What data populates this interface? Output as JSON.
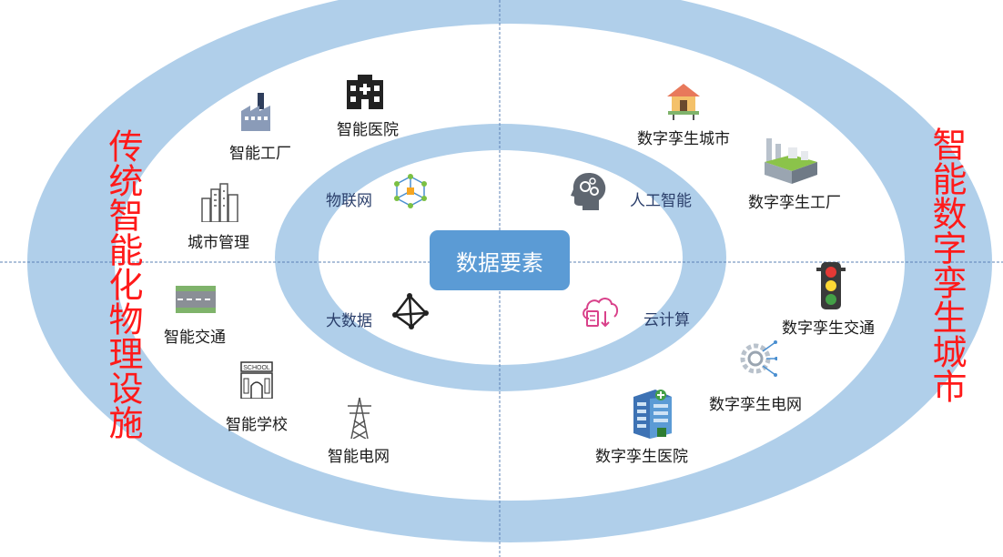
{
  "center": {
    "label": "数据要素"
  },
  "left_title": "传统智能化物理设施",
  "right_title": "智能数字孪生城市",
  "inner": {
    "iot": "物联网",
    "bigdata": "大数据",
    "ai": "人工智能",
    "cloud": "云计算"
  },
  "physical": {
    "hospital": "智能医院",
    "factory": "智能工厂",
    "city": "城市管理",
    "traffic": "智能交通",
    "school": "智能学校",
    "grid": "智能电网"
  },
  "twin": {
    "city": "数字孪生城市",
    "factory": "数字孪生工厂",
    "traffic": "数字孪生交通",
    "grid": "数字孪生电网",
    "hospital": "数字孪生医院"
  },
  "icons": {
    "school_sign": "SCHOOL"
  },
  "colors": {
    "ring": "#b0cfea",
    "center_box": "#5b9bd5",
    "title_red": "#ff1a1a",
    "dashed_line": "#5b82b5"
  }
}
